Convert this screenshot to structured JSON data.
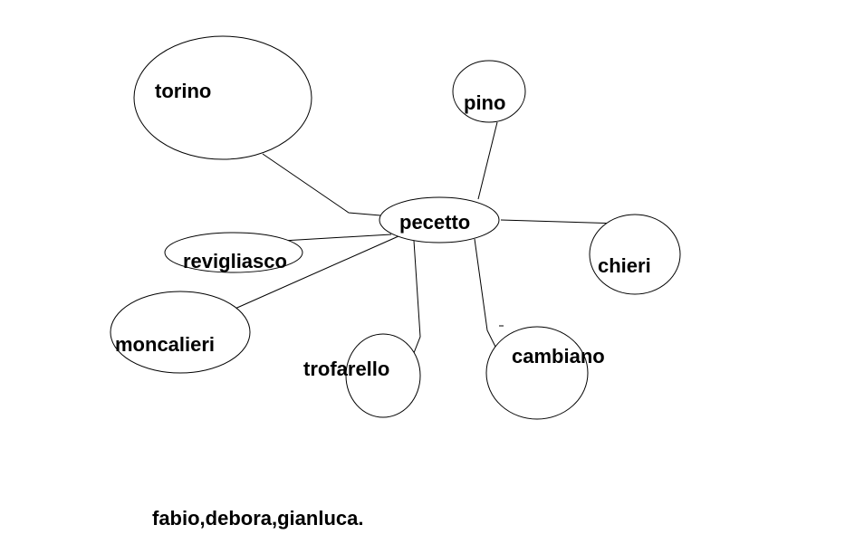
{
  "diagram": {
    "center": "pecetto",
    "nodes": {
      "torino": "torino",
      "pino": "pino",
      "pecetto": "pecetto",
      "revigliasco": "revigliasco",
      "chieri": "chieri",
      "moncalieri": "moncalieri",
      "trofarello": "trofarello",
      "cambiano": "cambiano"
    },
    "edges": [
      [
        "pecetto",
        "torino"
      ],
      [
        "pecetto",
        "pino"
      ],
      [
        "pecetto",
        "chieri"
      ],
      [
        "pecetto",
        "revigliasco"
      ],
      [
        "pecetto",
        "moncalieri"
      ],
      [
        "pecetto",
        "trofarello"
      ],
      [
        "pecetto",
        "cambiano"
      ]
    ]
  },
  "footer": {
    "authors": "fabio,debora,gianluca."
  },
  "colors": {
    "stroke": "#000000",
    "background": "#ffffff"
  }
}
